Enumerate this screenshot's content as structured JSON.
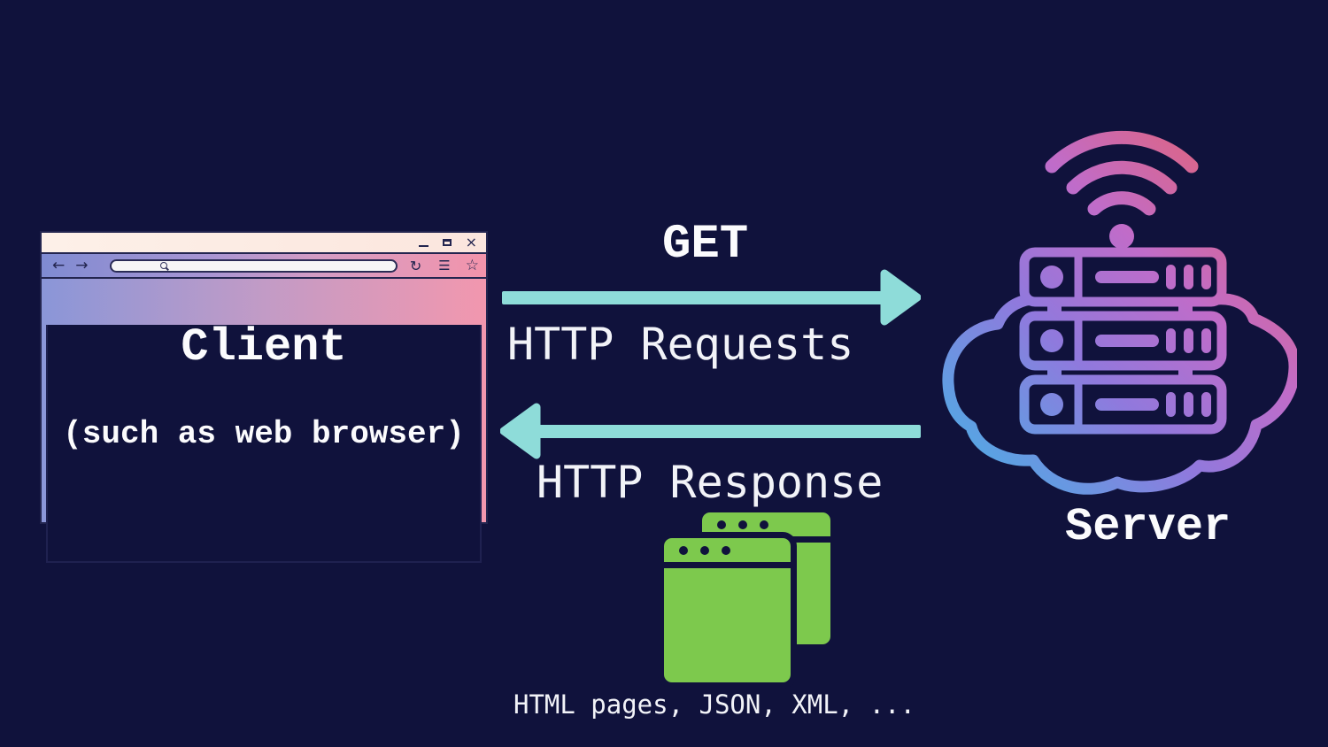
{
  "client": {
    "title": "Client",
    "subtitle": "(such as web browser)",
    "window_controls": {
      "close": "×"
    },
    "toolbar": {
      "back": "←",
      "forward": "→",
      "refresh": "↻",
      "menu": "☰",
      "star": "☆",
      "url_value": ""
    }
  },
  "request_arrow": {
    "method_label": "GET",
    "label": "HTTP Requests",
    "direction": "left-to-right"
  },
  "response_arrow": {
    "label": "HTTP Response",
    "direction": "right-to-left"
  },
  "payload": {
    "caption": "HTML pages, JSON, XML, ..."
  },
  "server": {
    "label": "Server"
  },
  "colors": {
    "background": "#10123c",
    "arrow_teal": "#8edcd9",
    "payload_green": "#7dc94d",
    "titlebar_cream": "#fdece4",
    "frame_gradient_left": "#8a96d8",
    "frame_gradient_right": "#f297ae",
    "server_gradient": [
      "#3fb7e6",
      "#9079dd",
      "#c06cc9",
      "#ef6058"
    ]
  }
}
